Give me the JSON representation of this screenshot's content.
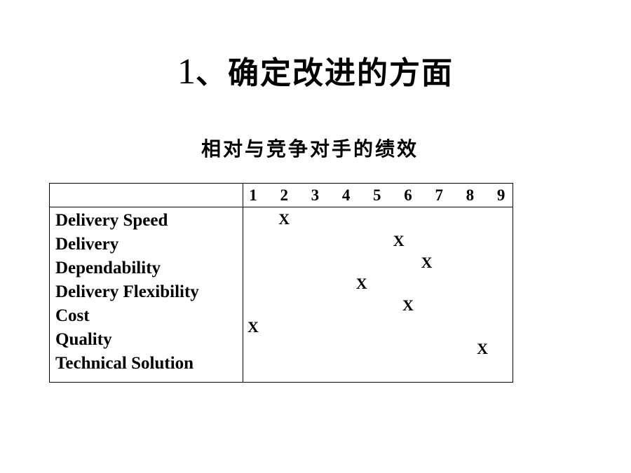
{
  "slide": {
    "title_number": "1",
    "title_text": "、确定改进的方面",
    "subtitle": "相对与竞争对手的绩效"
  },
  "table": {
    "scale": [
      "1",
      "2",
      "3",
      "4",
      "5",
      "6",
      "7",
      "8",
      "9"
    ],
    "factor_lines": [
      "Delivery Speed",
      "Delivery",
      "Dependability",
      "Delivery Flexibility",
      "Cost",
      "Quality",
      "Technical Solution"
    ],
    "mark_symbol": "X",
    "ratings": [
      {
        "factor": "Delivery Speed",
        "score": 2
      },
      {
        "factor": "Delivery Dependability",
        "score": 5.7
      },
      {
        "factor": "Delivery Flexibility",
        "score": 6.6
      },
      {
        "factor": "Cost",
        "score": 4.5
      },
      {
        "factor": "Quality",
        "score": 6.0
      },
      {
        "factor": "Technical Solution",
        "score": 1
      },
      {
        "factor": "Technical Solution (2)",
        "score": 8.4
      }
    ]
  }
}
